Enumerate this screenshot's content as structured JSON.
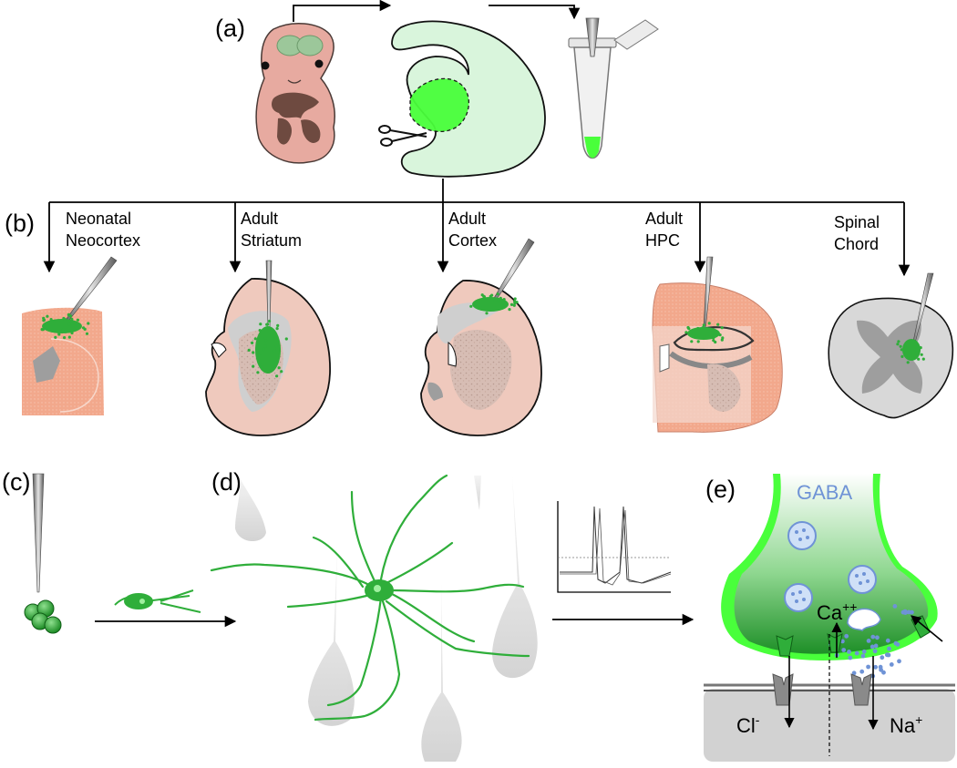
{
  "panels": {
    "a": "(a)",
    "b": "(b)",
    "c": "(c)",
    "d": "(d)",
    "e": "(e)"
  },
  "regions": [
    {
      "line1": "Neonatal",
      "line2": "Neocortex"
    },
    {
      "line1": "Adult",
      "line2": "Striatum"
    },
    {
      "line1": "Adult",
      "line2": "Cortex"
    },
    {
      "line1": "Adult",
      "line2": "HPC"
    },
    {
      "line1": "Spinal",
      "line2": "Chord"
    }
  ],
  "synapse": {
    "transmitter": "GABA",
    "calcium": "Ca",
    "calcium_charge": "++",
    "chloride": "Cl",
    "chloride_charge": "-",
    "sodium": "Na",
    "sodium_charge": "+"
  },
  "colors": {
    "graft_green": "#2fae3a",
    "bright_green": "#49ff3b",
    "pale_green": "#d9f5dc",
    "tissue_salmon": "#f2a88c",
    "tissue_pink": "#efc9bd",
    "grey_matter": "#9e9e9e",
    "vesicle_blue": "#6f93d6"
  }
}
